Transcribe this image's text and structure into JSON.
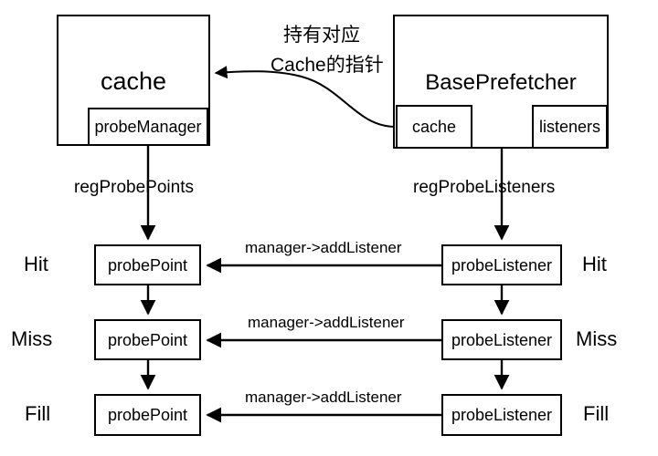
{
  "diagram": {
    "title": "BasePrefetcher probe registration diagram",
    "stroke_color": "#000000",
    "background_color": "#ffffff",
    "containers": [
      {
        "name": "cache",
        "label": "cache",
        "members": [
          {
            "name": "probeManager",
            "label": "probeManager"
          }
        ]
      },
      {
        "name": "BasePrefetcher",
        "label": "BasePrefetcher",
        "members": [
          {
            "name": "cache",
            "label": "cache"
          },
          {
            "name": "listeners",
            "label": "listeners"
          }
        ]
      }
    ],
    "note": {
      "line1": "持有对应",
      "line2": "Cache的指针"
    },
    "registration_edges": {
      "left": "regProbePoints",
      "right": "regProbeListeners"
    },
    "rows": [
      {
        "event_left": "Hit",
        "event_right": "Hit",
        "probe_point": "probePoint",
        "probe_listener": "probeListener",
        "link_label": "manager->addListener"
      },
      {
        "event_left": "Miss",
        "event_right": "Miss",
        "probe_point": "probePoint",
        "probe_listener": "probeListener",
        "link_label": "manager->addListener"
      },
      {
        "event_left": "Fill",
        "event_right": "Fill",
        "probe_point": "probePoint",
        "probe_listener": "probeListener",
        "link_label": "manager->addListener"
      }
    ]
  }
}
